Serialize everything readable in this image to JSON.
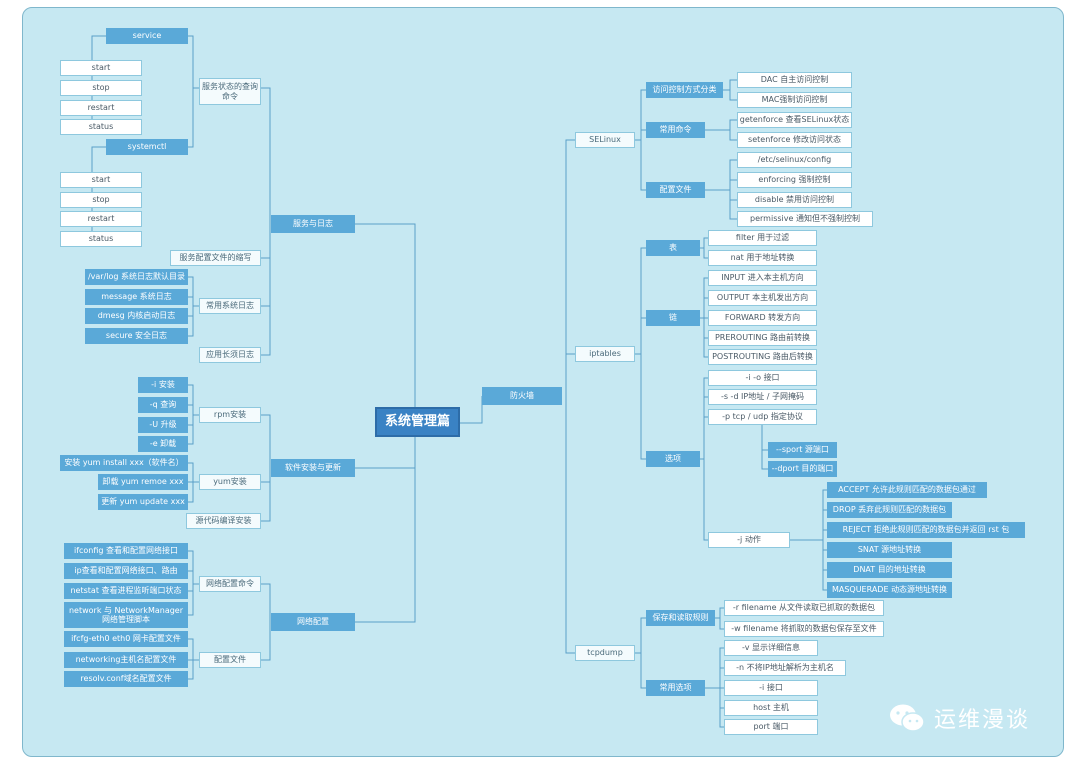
{
  "center": "系统管理篇",
  "left": {
    "service_log": {
      "label": "服务与日志",
      "status_cmds": {
        "label": "服务状态的查询命令",
        "service": {
          "label": "service",
          "items": [
            "start",
            "stop",
            "restart",
            "status"
          ]
        },
        "systemctl": {
          "label": "systemctl",
          "items": [
            "start",
            "stop",
            "restart",
            "status"
          ]
        }
      },
      "config_abbr": {
        "label": "服务配置文件的缩写"
      },
      "common_logs": {
        "label": "常用系统日志",
        "items": [
          "/var/log 系统日志默认目录",
          "message 系统日志",
          "dmesg 内核启动日志",
          "secure 安全日志"
        ]
      },
      "app_logs": {
        "label": "应用长须日志"
      }
    },
    "software": {
      "label": "软件安装与更新",
      "rpm": {
        "label": "rpm安装",
        "items": [
          "-i 安装",
          "-q 查询",
          "-U 升级",
          "-e 卸载"
        ]
      },
      "yum": {
        "label": "yum安装",
        "items": [
          "安装 yum install xxx（软件名）",
          "卸载 yum remoe xxx",
          "更新 yum update xxx"
        ]
      },
      "source": {
        "label": "源代码编译安装"
      }
    },
    "network": {
      "label": "网络配置",
      "cmds": {
        "label": "网络配置命令",
        "items": [
          "ifconfig 查看和配置网络接口",
          "ip查看和配置网络接口、路由",
          "netstat 查看进程监听端口状态",
          "network 与 NetworkManager 网络管理脚本"
        ]
      },
      "files": {
        "label": "配置文件",
        "items": [
          "ifcfg-eth0 eth0 网卡配置文件",
          "networking主机名配置文件",
          "resolv.conf域名配置文件"
        ]
      }
    }
  },
  "right": {
    "firewall": {
      "label": "防火墙",
      "selinux": {
        "label": "SELinux",
        "access": {
          "label": "访问控制方式分类",
          "items": [
            "DAC 自主访问控制",
            "MAC强制访问控制"
          ]
        },
        "cmds": {
          "label": "常用命令",
          "items": [
            "getenforce 查看SELinux状态",
            "setenforce 修改访问状态"
          ]
        },
        "config": {
          "label": "配置文件",
          "items": [
            "/etc/selinux/config",
            "enforcing 强制控制",
            "disable 禁用访问控制",
            "permissive 通知但不强制控制"
          ]
        }
      },
      "iptables": {
        "label": "iptables",
        "table": {
          "label": "表",
          "items": [
            "filter 用于过滤",
            "nat 用于地址转换"
          ]
        },
        "chain": {
          "label": "链",
          "items": [
            "INPUT 进入本主机方向",
            "OUTPUT 本主机发出方向",
            "FORWARD 转发方向",
            "PREROUTING 路由前转换",
            "POSTROUTING 路由后转换"
          ]
        },
        "options": {
          "label": "选项",
          "items": [
            "-i -o 接口",
            "-s -d IP地址 / 子网掩码",
            "-p tcp / udp 指定协议"
          ],
          "ports": [
            "--sport 源端口",
            "--dport 目的端口"
          ],
          "action": {
            "label": "-j 动作",
            "items": [
              "ACCEPT 允许此规则匹配的数据包通过",
              "DROP 丢弃此规则匹配的数据包",
              "REJECT 拒绝此规则匹配的数据包并返回 rst 包",
              "SNAT 源地址转换",
              "DNAT 目的地址转换",
              "MASQUERADE 动态源地址转换"
            ]
          }
        }
      },
      "tcpdump": {
        "label": "tcpdump",
        "save": {
          "label": "保存和读取规则",
          "items": [
            "-r filename 从文件读取已抓取的数据包",
            "-w filename 将抓取的数据包保存至文件"
          ]
        },
        "common": {
          "label": "常用选项",
          "items": [
            "-v 显示详细信息",
            "-n 不将IP地址解析为主机名",
            "-i 接口",
            "host 主机",
            "port 端口"
          ]
        }
      }
    }
  },
  "watermark": {
    "icon": "wechat-icon",
    "text": "运维漫谈"
  },
  "colors": {
    "background": "#c6e8f2",
    "node_blue": "#5aa9d8",
    "center": "#3a82c4",
    "line": "#5a9fc8"
  }
}
